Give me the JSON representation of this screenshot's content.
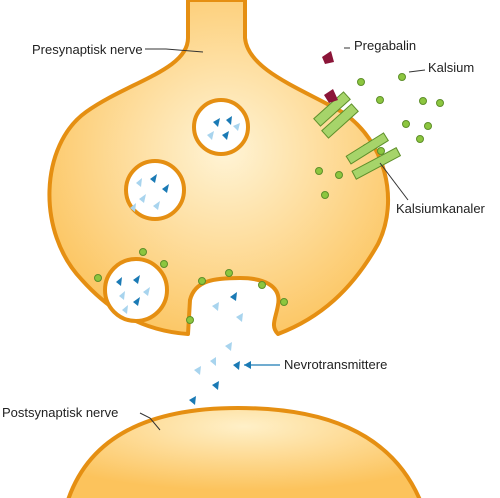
{
  "labels": {
    "presynaptic": "Presynaptisk nerve",
    "pregabalin": "Pregabalin",
    "calcium": "Kalsium",
    "calcium_channels": "Kalsiumkanaler",
    "neurotransmitters": "Nevrotransmittere",
    "postsynaptic": "Postsynaptisk nerve"
  },
  "colors": {
    "membrane": "#e58f12",
    "cytoplasm_center": "#fff4d6",
    "cytoplasm_edge": "#fcc35c",
    "vesicle_fill": "#ffffff",
    "calcium": "#8cc63f",
    "channel": "#a6d46a",
    "channel_stroke": "#5e8f2a",
    "pregabalin": "#8b1538",
    "transmitter_dark": "#1a7ab5",
    "transmitter_light": "#a8d4ee",
    "text": "#222222"
  }
}
